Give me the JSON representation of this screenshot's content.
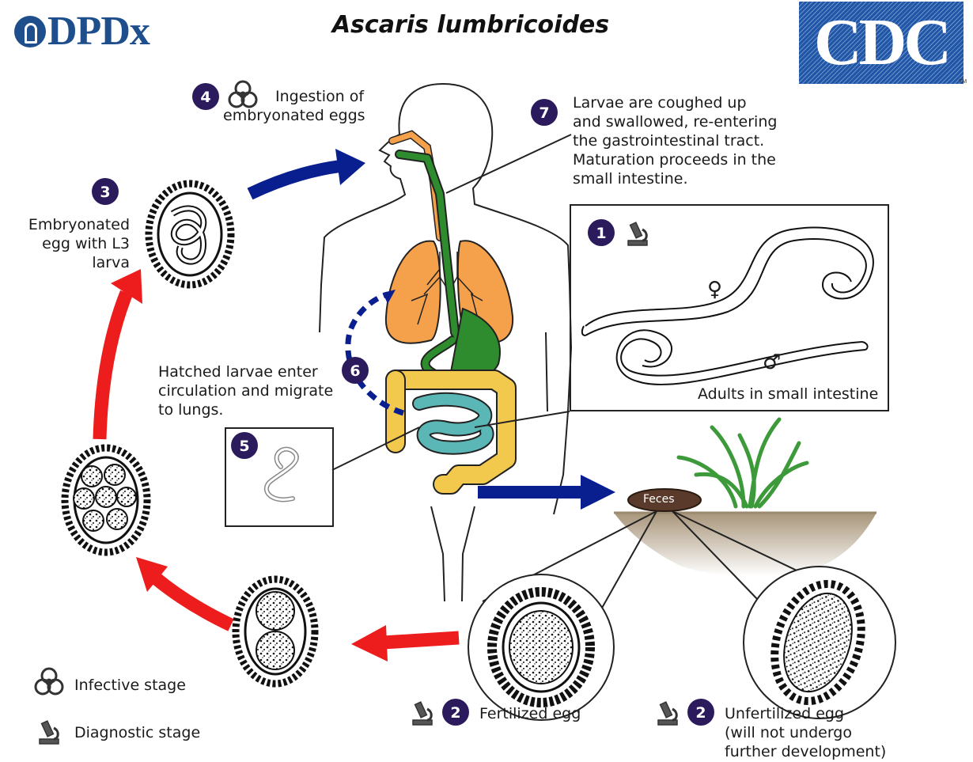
{
  "header": {
    "logo_left": "DPDx",
    "title": "Ascaris lumbricoides",
    "logo_right": "CDC",
    "trademark": "TM"
  },
  "stages": {
    "s1": {
      "number": "1",
      "caption": "Adults in small intestine",
      "female_symbol": "♀",
      "male_symbol": "♂"
    },
    "s2a": {
      "number": "2",
      "caption": "Fertilized egg"
    },
    "s2b": {
      "number": "2",
      "caption_lines": [
        "Unfertilized egg",
        "(will not undergo",
        "further development)"
      ]
    },
    "s3": {
      "number": "3",
      "caption_lines": [
        "Embryonated",
        "egg with L3",
        "larva"
      ]
    },
    "s4": {
      "number": "4",
      "caption_lines": [
        "Ingestion of",
        "embryonated eggs"
      ]
    },
    "s5": {
      "number": "5"
    },
    "s6": {
      "number": "6",
      "caption_lines": [
        "Hatched larvae enter",
        "circulation and migrate",
        "to lungs."
      ]
    },
    "s7": {
      "number": "7",
      "caption_lines": [
        "Larvae are coughed up",
        "and swallowed, re-entering",
        "the gastrointestinal tract.",
        "Maturation proceeds in the",
        "small intestine."
      ]
    }
  },
  "feces_label": "Feces",
  "legend": {
    "infective": "Infective stage",
    "diagnostic": "Diagnostic stage"
  },
  "colors": {
    "badge": "#2b1a5c",
    "arrow_blue": "#0a1f8f",
    "arrow_red": "#ee1d1d",
    "lungs": "#f5a14b",
    "stomach": "#2e8b2e",
    "colon": "#f2c94c",
    "small_intestine": "#5bb7b5",
    "soil": "#b9a58a",
    "grass": "#3d9a3a",
    "logo_blue": "#1f56a8"
  }
}
